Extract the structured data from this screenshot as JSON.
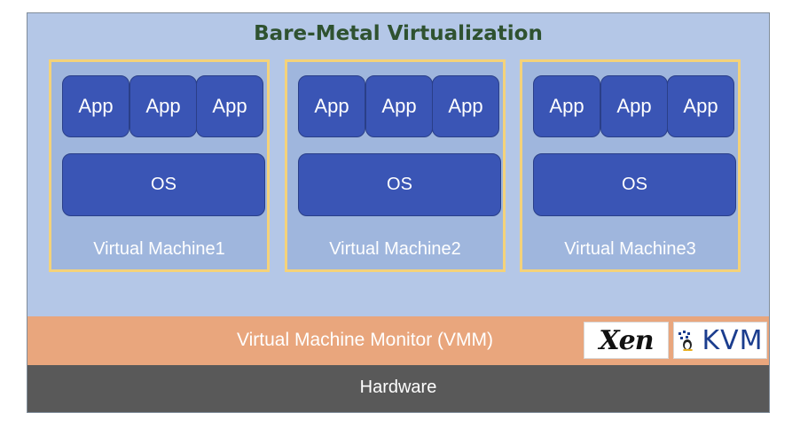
{
  "diagram": {
    "title": "Bare-Metal Virtualization",
    "virtual_machines": [
      {
        "label": "Virtual Machine1",
        "apps": [
          "App",
          "App",
          "App"
        ],
        "os": "OS"
      },
      {
        "label": "Virtual Machine2",
        "apps": [
          "App",
          "App",
          "App"
        ],
        "os": "OS"
      },
      {
        "label": "Virtual Machine3",
        "apps": [
          "App",
          "App",
          "App"
        ],
        "os": "OS"
      }
    ],
    "vmm": {
      "label": "Virtual Machine Monitor (VMM)",
      "logos": [
        {
          "text": "Xen",
          "icon": "xen-logo"
        },
        {
          "text": "KVM",
          "icon": "kvm-logo"
        }
      ]
    },
    "hardware": {
      "label": "Hardware"
    }
  },
  "colors": {
    "virt_background": "#b4c7e7",
    "vm_border": "#f4d27a",
    "app_os_fill": "#3a55b5",
    "vmm_fill": "#e9a67d",
    "hardware_fill": "#595959",
    "title_text": "#2f5230"
  }
}
